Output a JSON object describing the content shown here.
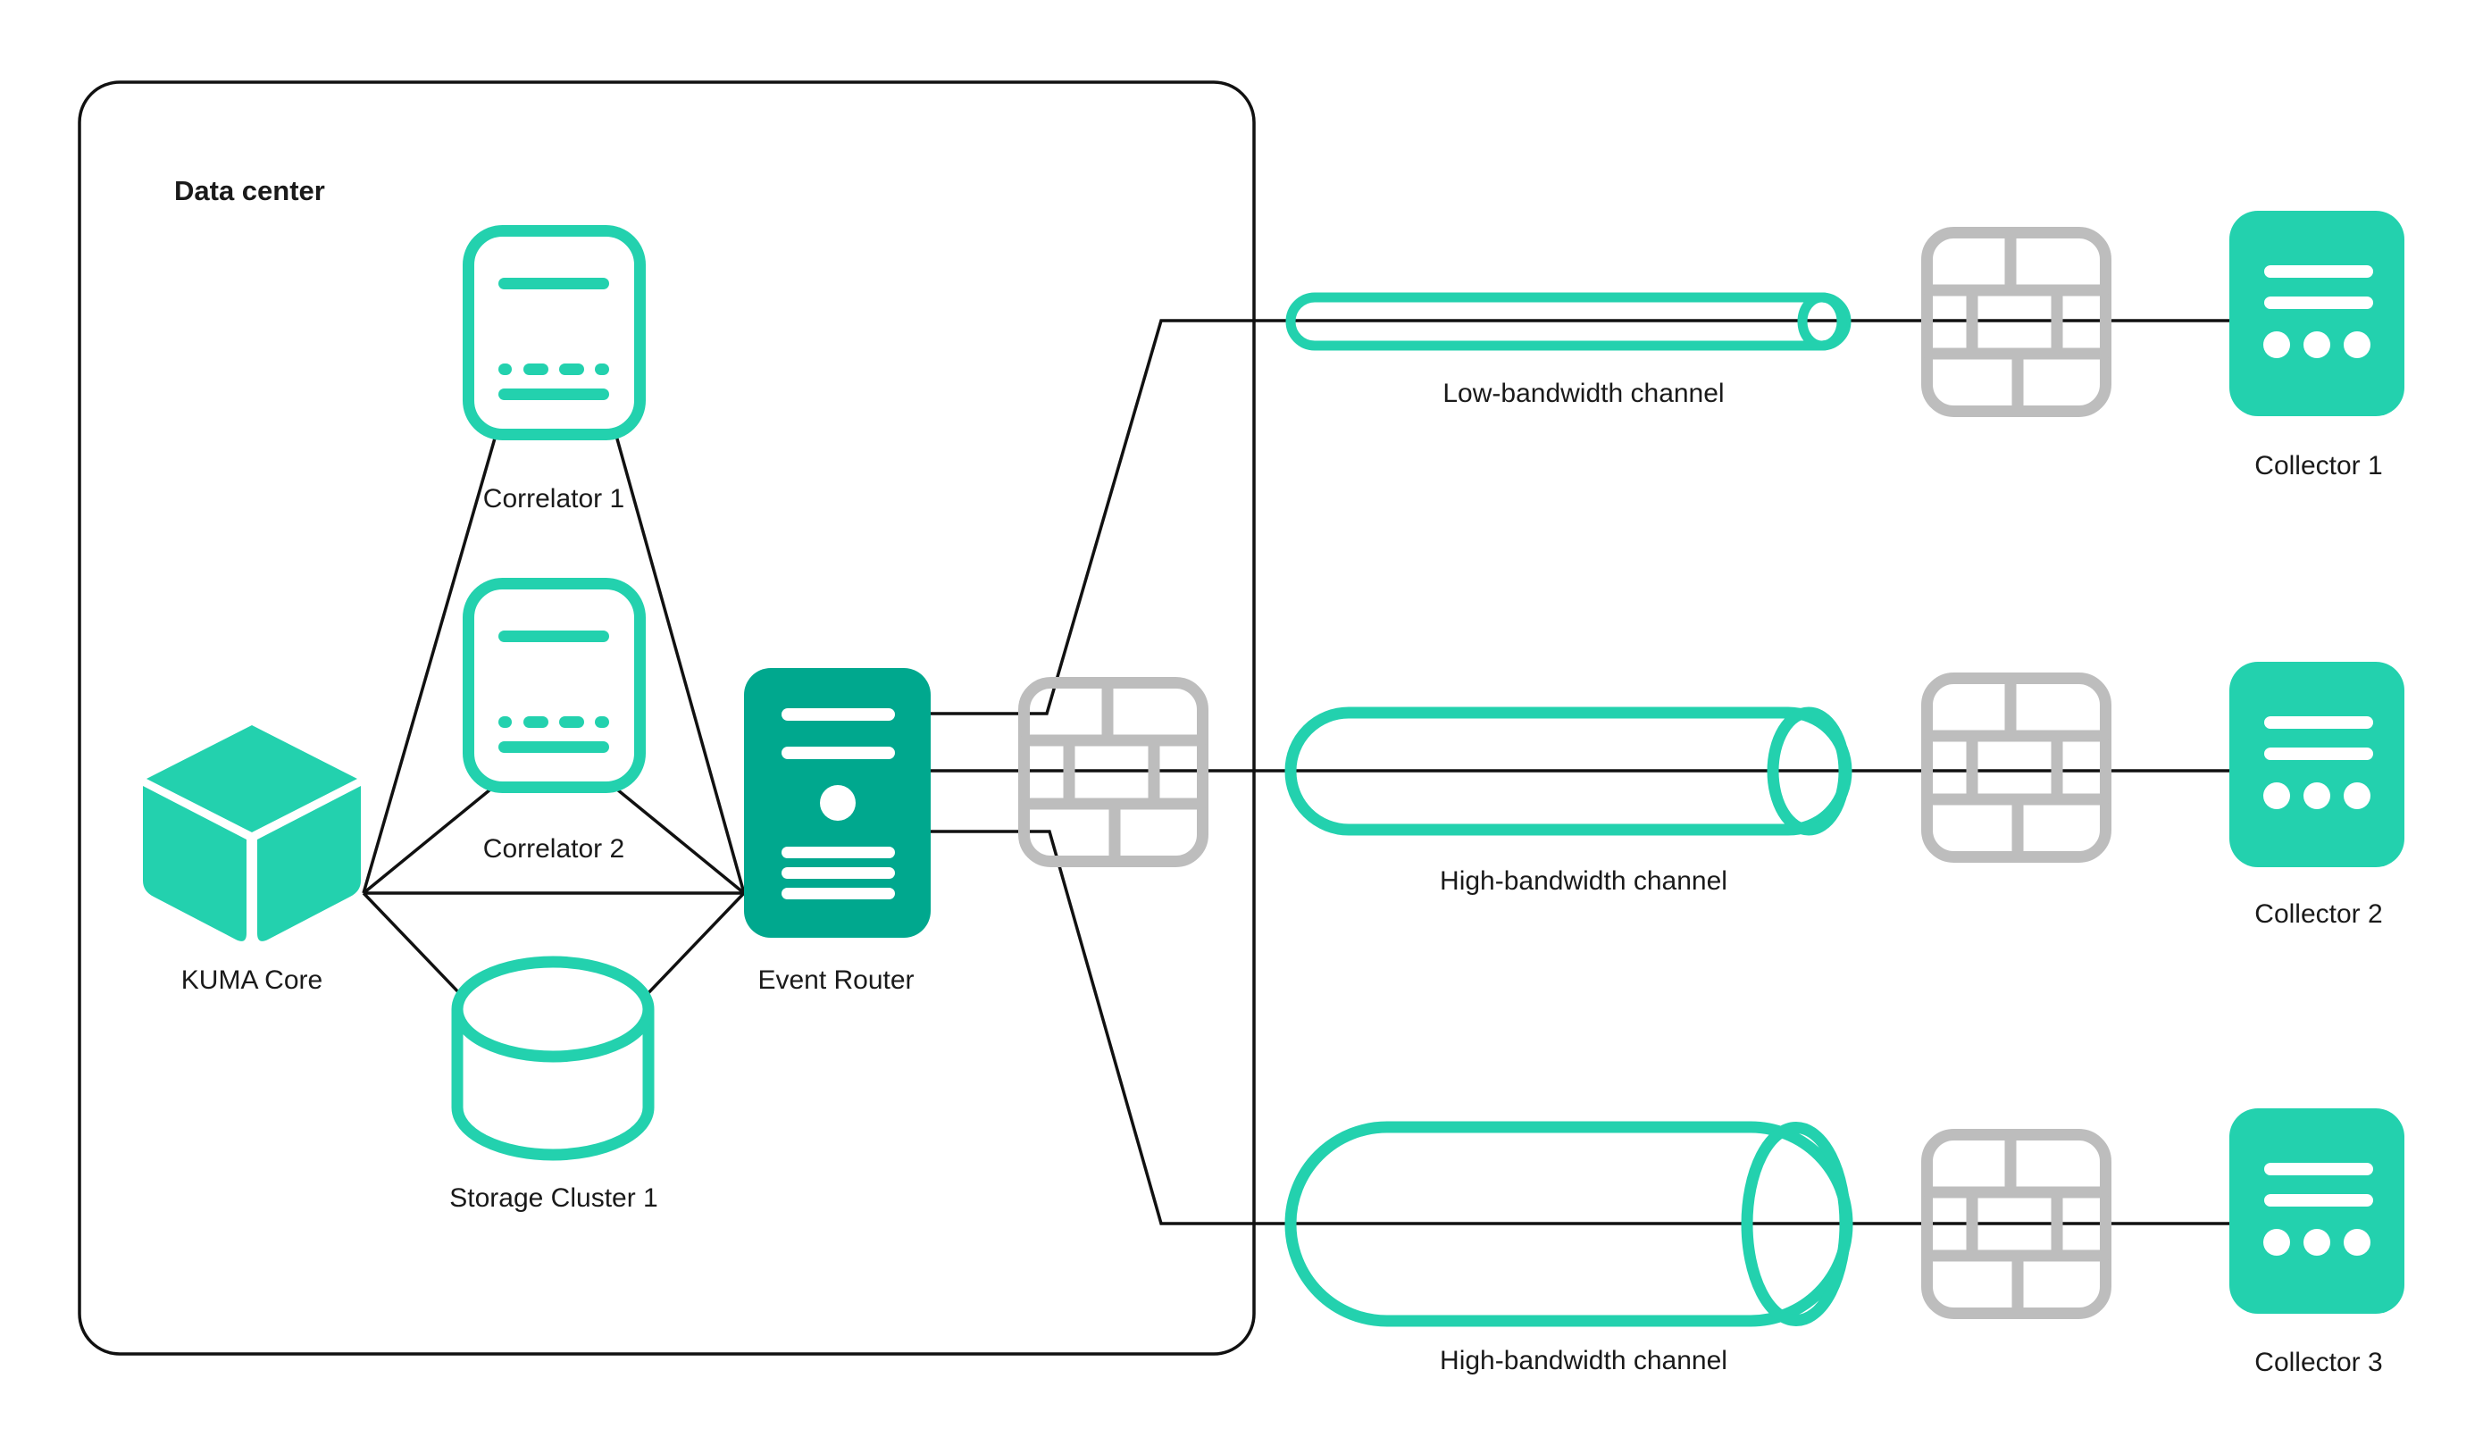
{
  "container": {
    "label": "Data center"
  },
  "nodes": {
    "kuma_core": {
      "label": "KUMA Core"
    },
    "correlator1": {
      "label": "Correlator 1"
    },
    "correlator2": {
      "label": "Correlator 2"
    },
    "storage_cluster1": {
      "label": "Storage Cluster 1"
    },
    "event_router": {
      "label": "Event Router"
    },
    "collector1": {
      "label": "Collector 1"
    },
    "collector2": {
      "label": "Collector 2"
    },
    "collector3": {
      "label": "Collector 3"
    }
  },
  "channels": {
    "low": {
      "label": "Low-bandwidth channel"
    },
    "high_middle": {
      "label": "High-bandwidth channel"
    },
    "high_bottom": {
      "label": "High-bandwidth channel"
    }
  },
  "icons": {
    "kuma_core": "cube-icon",
    "correlator": "server-card-icon",
    "storage": "database-cylinder-icon",
    "event_router": "server-tower-icon",
    "firewall": "firewall-brick-wall-icon",
    "collector": "log-collector-icon",
    "channel_low": "thin-pipe-icon",
    "channel_high": "thick-pipe-icon"
  },
  "colors": {
    "accent": "#23D1AE",
    "accent_dark": "#00A88E",
    "firewall_gray": "#BDBDBD",
    "line": "#111111",
    "text": "#1A1A1A",
    "background": "#FFFFFF"
  }
}
